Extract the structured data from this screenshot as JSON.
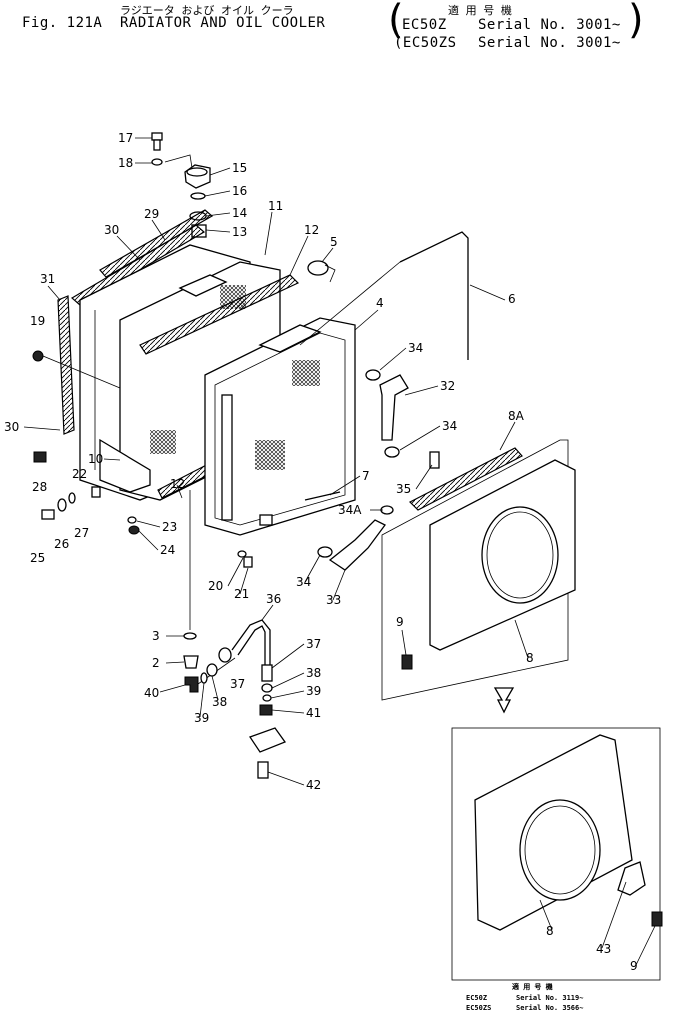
{
  "header": {
    "fig_label": "Fig. 121A",
    "title": "RADIATOR AND OIL COOLER",
    "japanese_title": "ラジエータ および オイル クーラ",
    "applicable_label": "適 用 号 機",
    "models": [
      {
        "model": "EC50Z",
        "serial": "Serial No. 3001~"
      },
      {
        "model": "EC50ZS",
        "serial": "Serial No. 3001~"
      }
    ]
  },
  "footnote": {
    "applicable_label": "適 用 号 機",
    "rows": [
      {
        "model": "EC50Z",
        "serial": "Serial No. 3119~"
      },
      {
        "model": "EC50ZS",
        "serial": "Serial No. 3566~"
      }
    ]
  },
  "callouts": [
    "17",
    "18",
    "15",
    "16",
    "14",
    "13",
    "11",
    "12",
    "5",
    "30",
    "29",
    "6",
    "31",
    "4",
    "19",
    "34",
    "32",
    "30",
    "34",
    "8A",
    "10",
    "7",
    "28",
    "22",
    "35",
    "12",
    "34A",
    "27",
    "26",
    "23",
    "25",
    "24",
    "20",
    "21",
    "34",
    "33",
    "36",
    "3",
    "37",
    "9",
    "2",
    "38",
    "8",
    "37",
    "39",
    "40",
    "39",
    "38",
    "41",
    "42",
    "8",
    "43",
    "9"
  ]
}
